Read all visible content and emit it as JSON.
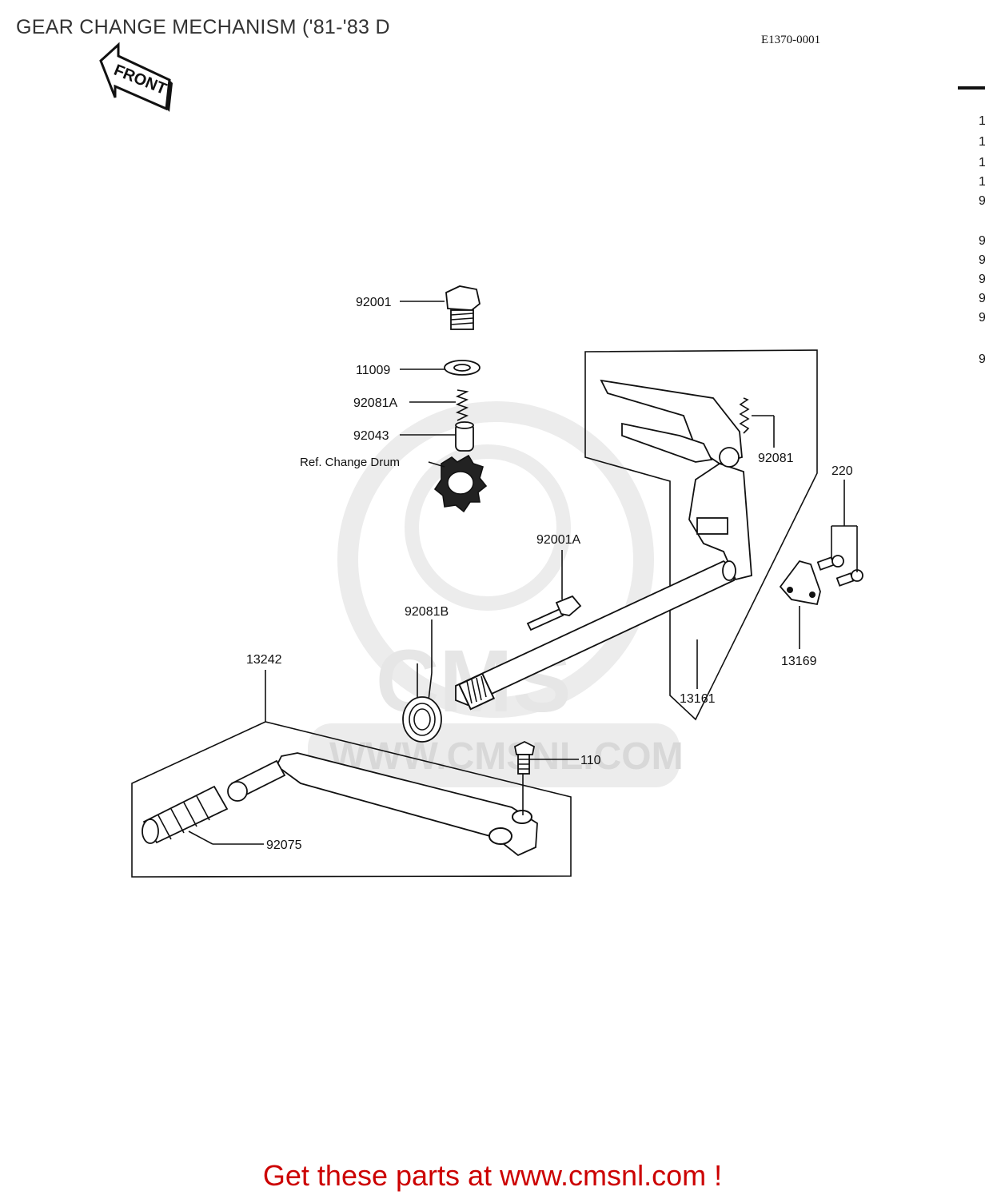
{
  "header": {
    "title": "GEAR CHANGE MECHANISM ('81-'83 D",
    "diagram_code": "E1370-0001",
    "front_label": "FRONT"
  },
  "watermark": {
    "brand": "CMS",
    "url": "WWW.CMSNL.COM"
  },
  "callouts": {
    "p92001": "92001",
    "p11009": "11009",
    "p92081A": "92081A",
    "p92043": "92043",
    "ref_change_drum": "Ref. Change Drum",
    "p92001A": "92001A",
    "p92081": "92081",
    "p220": "220",
    "p13169": "13169",
    "p92081B": "92081B",
    "p13161": "13161",
    "p13242": "13242",
    "p110": "110",
    "p92075": "92075"
  },
  "footer": {
    "text": "Get these parts at www.cmsnl.com !"
  }
}
